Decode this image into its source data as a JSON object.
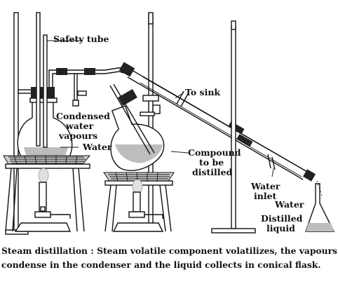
{
  "labels": {
    "safety_tube": "Safety tube",
    "condensed_1": "Condensed",
    "condensed_2": "water",
    "condensed_3": "vapours",
    "water_left": "Water",
    "to_sink": "To sink",
    "compound_1": "Compound",
    "compound_2": "to be",
    "compound_3": "distilled",
    "water_inlet_1": "Water",
    "water_inlet_2": "inlet",
    "water_right": "Water",
    "distilled_1": "Distilled",
    "distilled_2": "liquid"
  },
  "caption": {
    "line1": "Steam distillation : Steam volatile component volatilizes, the  vapours",
    "line2": "condense in the condenser and the liquid collects in conical flask."
  },
  "colors": {
    "liquid": "#bdbdbd",
    "ink": "#111111"
  },
  "icons": [
    "burner-icon",
    "wire-gauze-icon",
    "clamp-icon",
    "pinch-clamp-icon"
  ]
}
